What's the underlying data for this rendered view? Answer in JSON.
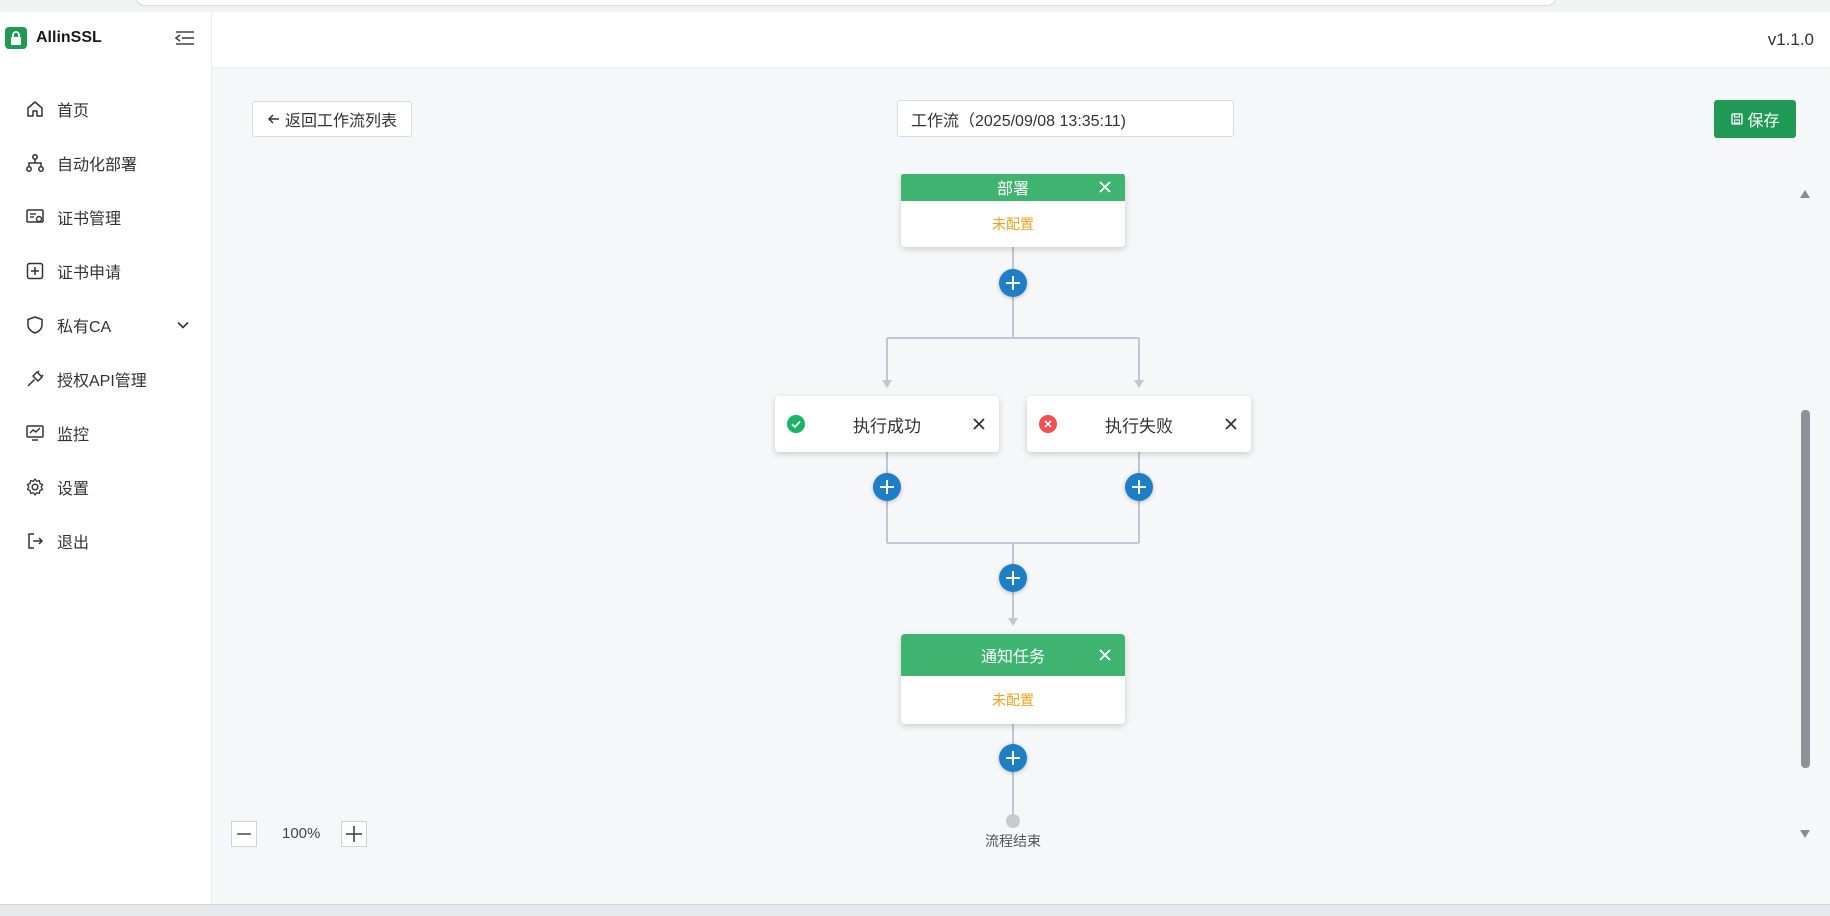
{
  "app": {
    "name": "AllinSSL",
    "version": "v1.1.0"
  },
  "sidebar": {
    "items": [
      {
        "label": "首页",
        "icon": "home-icon"
      },
      {
        "label": "自动化部署",
        "icon": "workflow-icon"
      },
      {
        "label": "证书管理",
        "icon": "certificate-icon"
      },
      {
        "label": "证书申请",
        "icon": "plus-square-icon"
      },
      {
        "label": "私有CA",
        "icon": "shield-icon"
      },
      {
        "label": "授权API管理",
        "icon": "plug-icon"
      },
      {
        "label": "监控",
        "icon": "monitor-icon"
      },
      {
        "label": "设置",
        "icon": "gear-icon"
      },
      {
        "label": "退出",
        "icon": "logout-icon"
      }
    ]
  },
  "toolbar": {
    "back_label": "返回工作流列表",
    "workflow_name": "工作流（2025/09/08 13:35:11)",
    "save_label": "保存"
  },
  "flow": {
    "deploy_node": {
      "title": "部署",
      "status": "未配置"
    },
    "success_branch": {
      "label": "执行成功"
    },
    "fail_branch": {
      "label": "执行失败"
    },
    "notify_node": {
      "title": "通知任务",
      "status": "未配置"
    },
    "end_label": "流程结束"
  },
  "zoom": {
    "value": "100%"
  },
  "colors": {
    "brand": "#1f9a55",
    "node_header": "#3fb471",
    "add_button": "#1e7fc7",
    "unconfigured": "#f0a020"
  }
}
